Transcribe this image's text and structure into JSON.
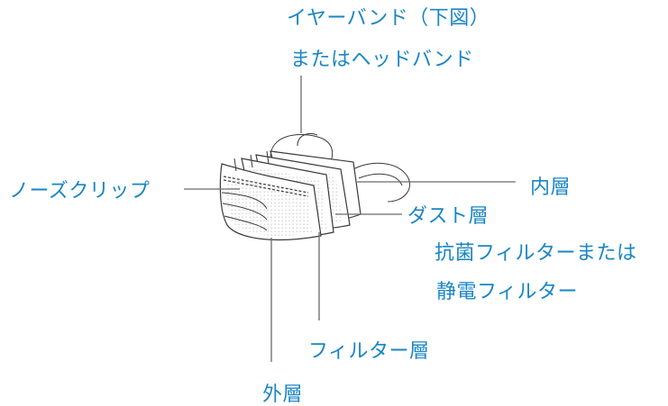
{
  "labels": {
    "ear_band_line1": "イヤーバンド（下図）",
    "ear_band_line2": "またはヘッドバンド",
    "nose_clip": "ノーズクリップ",
    "inner_layer": "内層",
    "dust_layer": "ダスト層",
    "antibac_line1": "抗菌フィルターまたは",
    "antibac_line2": "静電フィルター",
    "filter_layer": "フィルター層",
    "outer_layer": "外層"
  },
  "colors": {
    "label": "#1a86c4",
    "leader_line": "#6a6a6a",
    "outline": "#3a3a3a"
  }
}
